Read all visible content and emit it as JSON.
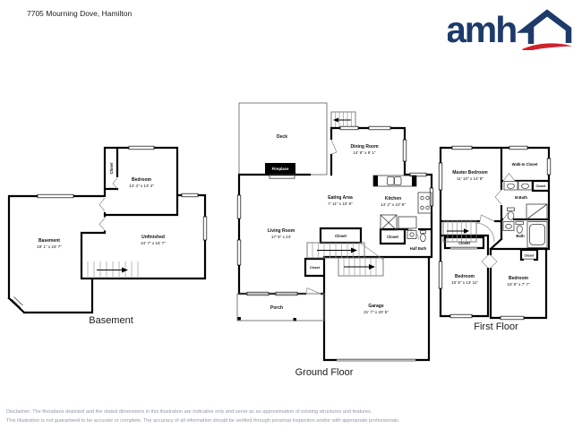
{
  "header": {
    "address": "7705 Mourning Dove, Hamilton"
  },
  "logo": {
    "text": "amh",
    "navy": "#1d3a6a",
    "red": "#cf232b"
  },
  "floors": {
    "basement": {
      "label": "Basement",
      "rooms": {
        "closet": "Closet",
        "bedroom": {
          "name": "Bedroom",
          "dims": "14' 4\" x 13' 4\""
        },
        "basement": {
          "name": "Basement",
          "dims": "19' 1\" x 23' 7\""
        },
        "unfinished": {
          "name": "Unfinished",
          "dims": "24' 7\" x 16' 7\""
        }
      }
    },
    "ground": {
      "label": "Ground Floor",
      "rooms": {
        "deck": "Deck",
        "fireplace": "Fireplace",
        "dining": {
          "name": "Dining Room",
          "dims": "14' 8\" x 9' 1\""
        },
        "eating": {
          "name": "Eating Area",
          "dims": "7' 11\" x 10' 8\""
        },
        "kitchen": {
          "name": "Kitchen",
          "dims": "14' 2\" x 10' 8\""
        },
        "living": {
          "name": "Living Room",
          "dims": "17' 5\" x 24'"
        },
        "closet_center": "Closet",
        "closet_left": "Closet",
        "closet_right": "Closet",
        "half_bath": "Half Bath",
        "porch": "Porch",
        "garage": {
          "name": "Garage",
          "dims": "21' 7\" x 20' 5\""
        }
      }
    },
    "first": {
      "label": "First Floor",
      "rooms": {
        "master": {
          "name": "Master Bedroom",
          "dims": "11' 10\" x 14' 8\""
        },
        "walkin": "Walk-In Closet",
        "mbath": "M.Bath",
        "closet_top": "Closet",
        "bath": "Bath",
        "closet_left": "Closet",
        "closet_right": "Closet",
        "bedroom_left": {
          "name": "Bedroom",
          "dims": "10' 9\" x 13' 11\""
        },
        "bedroom_right": {
          "name": "Bedroom",
          "dims": "16' 5\" x 7' 7\""
        }
      }
    }
  },
  "footer": {
    "line1": "Disclaimer: The floorplans depicted and the stated dimensions in this illustration are indicative only and serve as an approximation of existing structures and features.",
    "line2": "This illustration is not guaranteed to be accurate or complete. The accuracy of all information should be verified through personal inspection and/or with appropriate professionals."
  }
}
